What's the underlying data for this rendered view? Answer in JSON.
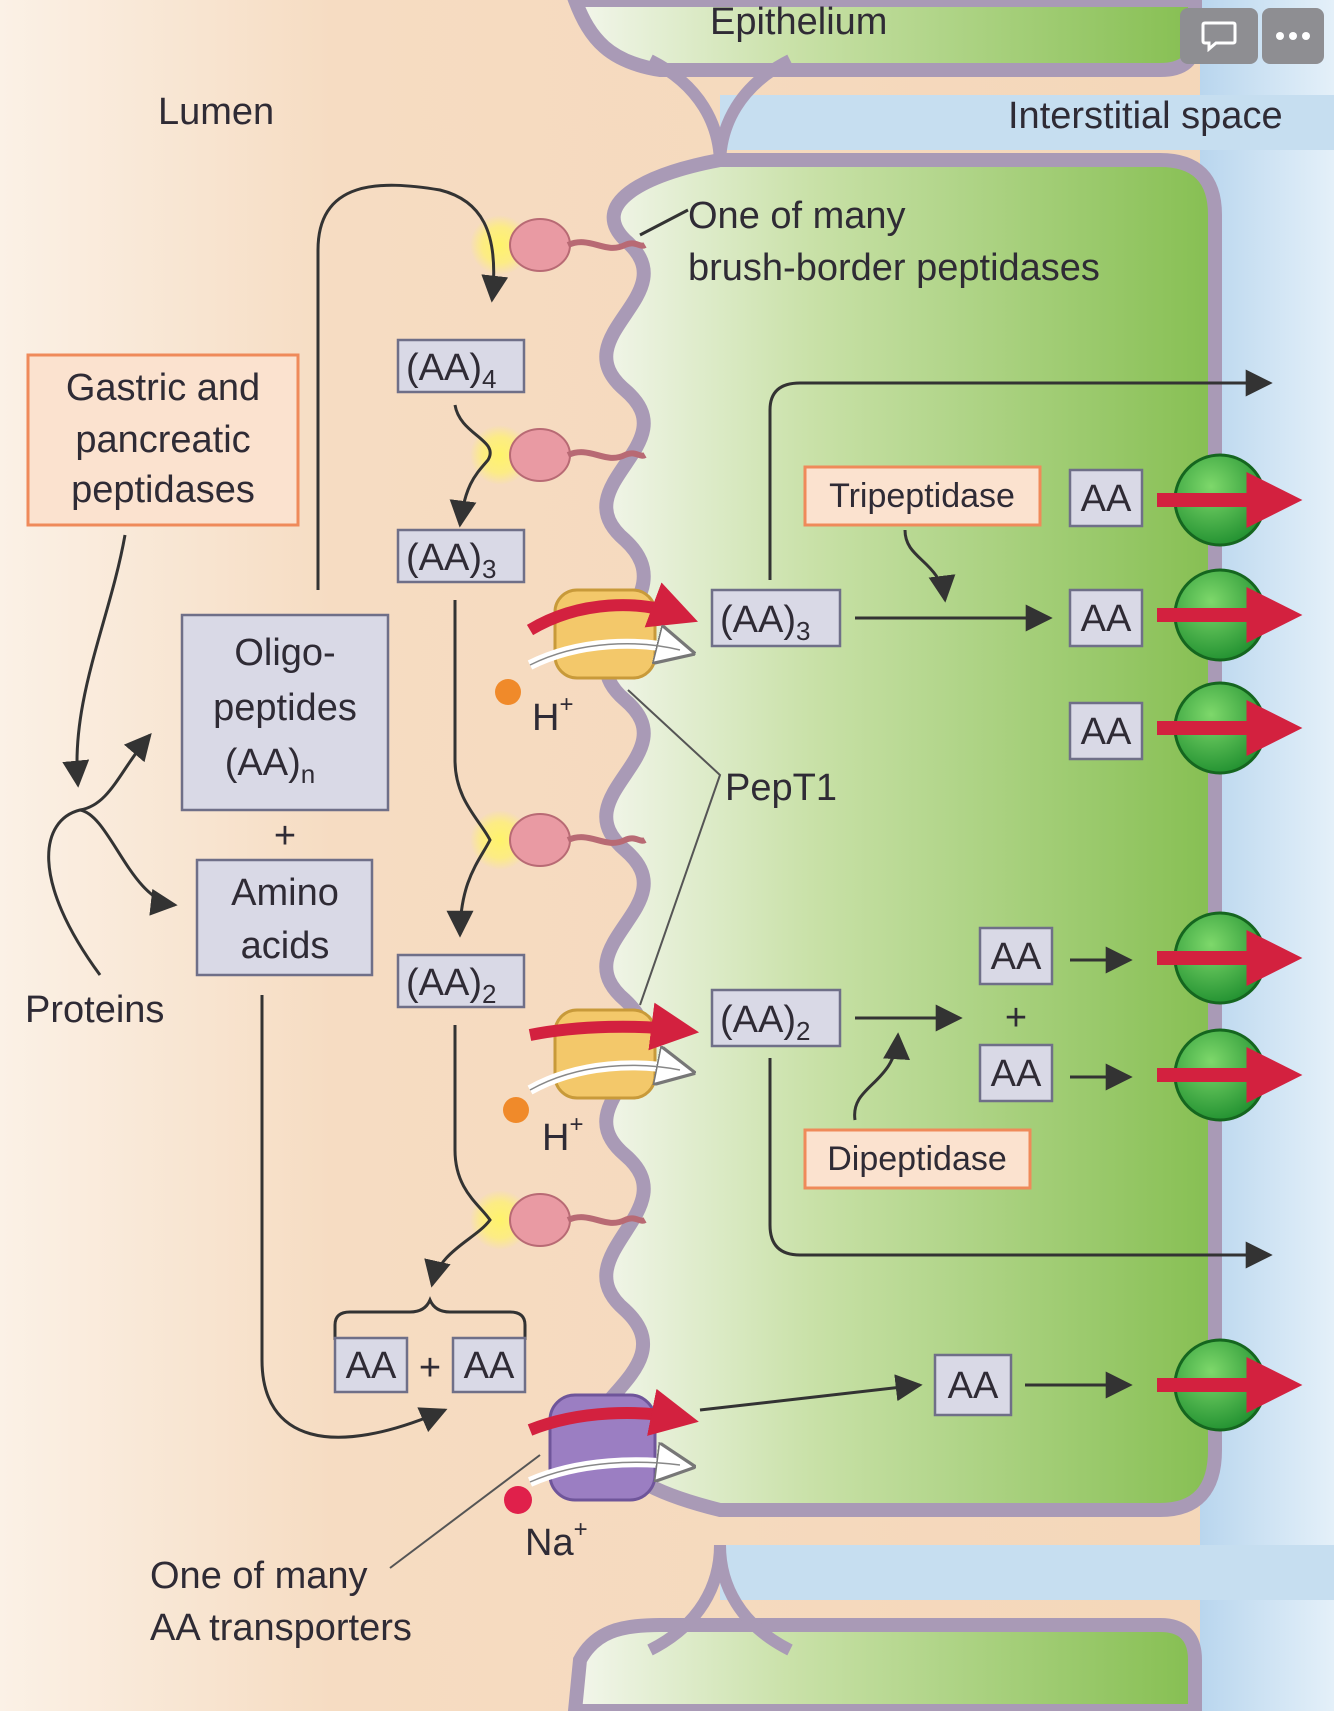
{
  "labels": {
    "epithelium": "Epithelium",
    "lumen": "Lumen",
    "interstitial": "Interstitial space",
    "brush_line1": "One of many",
    "brush_line2": "brush-border peptidases",
    "gastric_line1": "Gastric and",
    "gastric_line2": "pancreatic",
    "gastric_line3": "peptidases",
    "oligo_line1": "Oligo-",
    "oligo_line2": "peptides",
    "oligo_line3_base": "(AA)",
    "oligo_line3_sub": "n",
    "plus": "+",
    "amino_line1": "Amino",
    "amino_line2": "acids",
    "proteins": "Proteins",
    "aa_base": "(AA)",
    "sub4": "4",
    "sub3": "3",
    "sub2": "2",
    "aa": "AA",
    "tripeptidase": "Tripeptidase",
    "dipeptidase": "Dipeptidase",
    "pept1": "PepT1",
    "h": "H",
    "na": "Na",
    "ion_plus": "+",
    "transporter_line1": "One of many",
    "transporter_line2": "AA transporters"
  },
  "colors": {
    "lumen": "#f6dcc2",
    "cell": "#8fc45a",
    "interstitial": "#c6def0",
    "membrane": "#a99ab6",
    "pept1": "#f3c86a",
    "na_transporter": "#9b7ec2",
    "exit_transporter": "#36a640",
    "flux_red": "#d3213f",
    "peptidase": "#e99aa3",
    "h_ion": "#f08a2a",
    "na_ion": "#e0204b"
  },
  "ui": {
    "comment_icon": "speech-bubble-icon",
    "more_icon": "ellipsis-icon"
  }
}
